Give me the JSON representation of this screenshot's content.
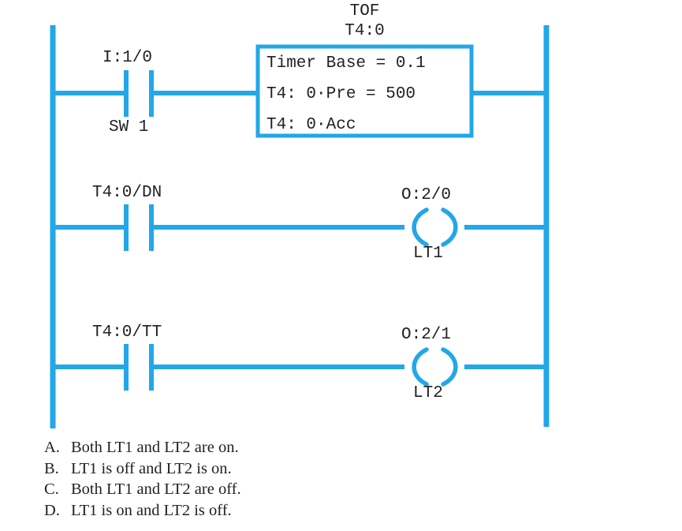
{
  "figure": {
    "type": "plc-ladder-logic-diagram",
    "colors": {
      "rail_blue": "#22A7E8",
      "text_black": "#231f20"
    },
    "timer_block": {
      "instruction": "TOF",
      "address": "T4:0",
      "lines": [
        "Timer Base = 0.1",
        "T4: 0·Pre = 500",
        "T4: 0·Acc"
      ]
    },
    "rungs": [
      {
        "id": "rung-1",
        "contact": {
          "tag": "I:1/0",
          "device": "SW 1",
          "type": "normally-open"
        },
        "output": {
          "kind": "timer-block"
        }
      },
      {
        "id": "rung-2",
        "contact": {
          "tag": "T4:0/DN",
          "device": "",
          "type": "normally-open"
        },
        "output": {
          "kind": "coil",
          "tag": "O:2/0",
          "device": "LT1"
        }
      },
      {
        "id": "rung-3",
        "contact": {
          "tag": "T4:0/TT",
          "device": "",
          "type": "normally-open"
        },
        "output": {
          "kind": "coil",
          "tag": "O:2/1",
          "device": "LT2"
        }
      }
    ]
  },
  "choices": [
    {
      "letter": "A.",
      "text": "Both LT1 and LT2 are on."
    },
    {
      "letter": "B.",
      "text": "LT1 is off and LT2 is on."
    },
    {
      "letter": "C.",
      "text": "Both LT1 and LT2 are off."
    },
    {
      "letter": "D.",
      "text": "LT1 is on and LT2 is off."
    }
  ]
}
